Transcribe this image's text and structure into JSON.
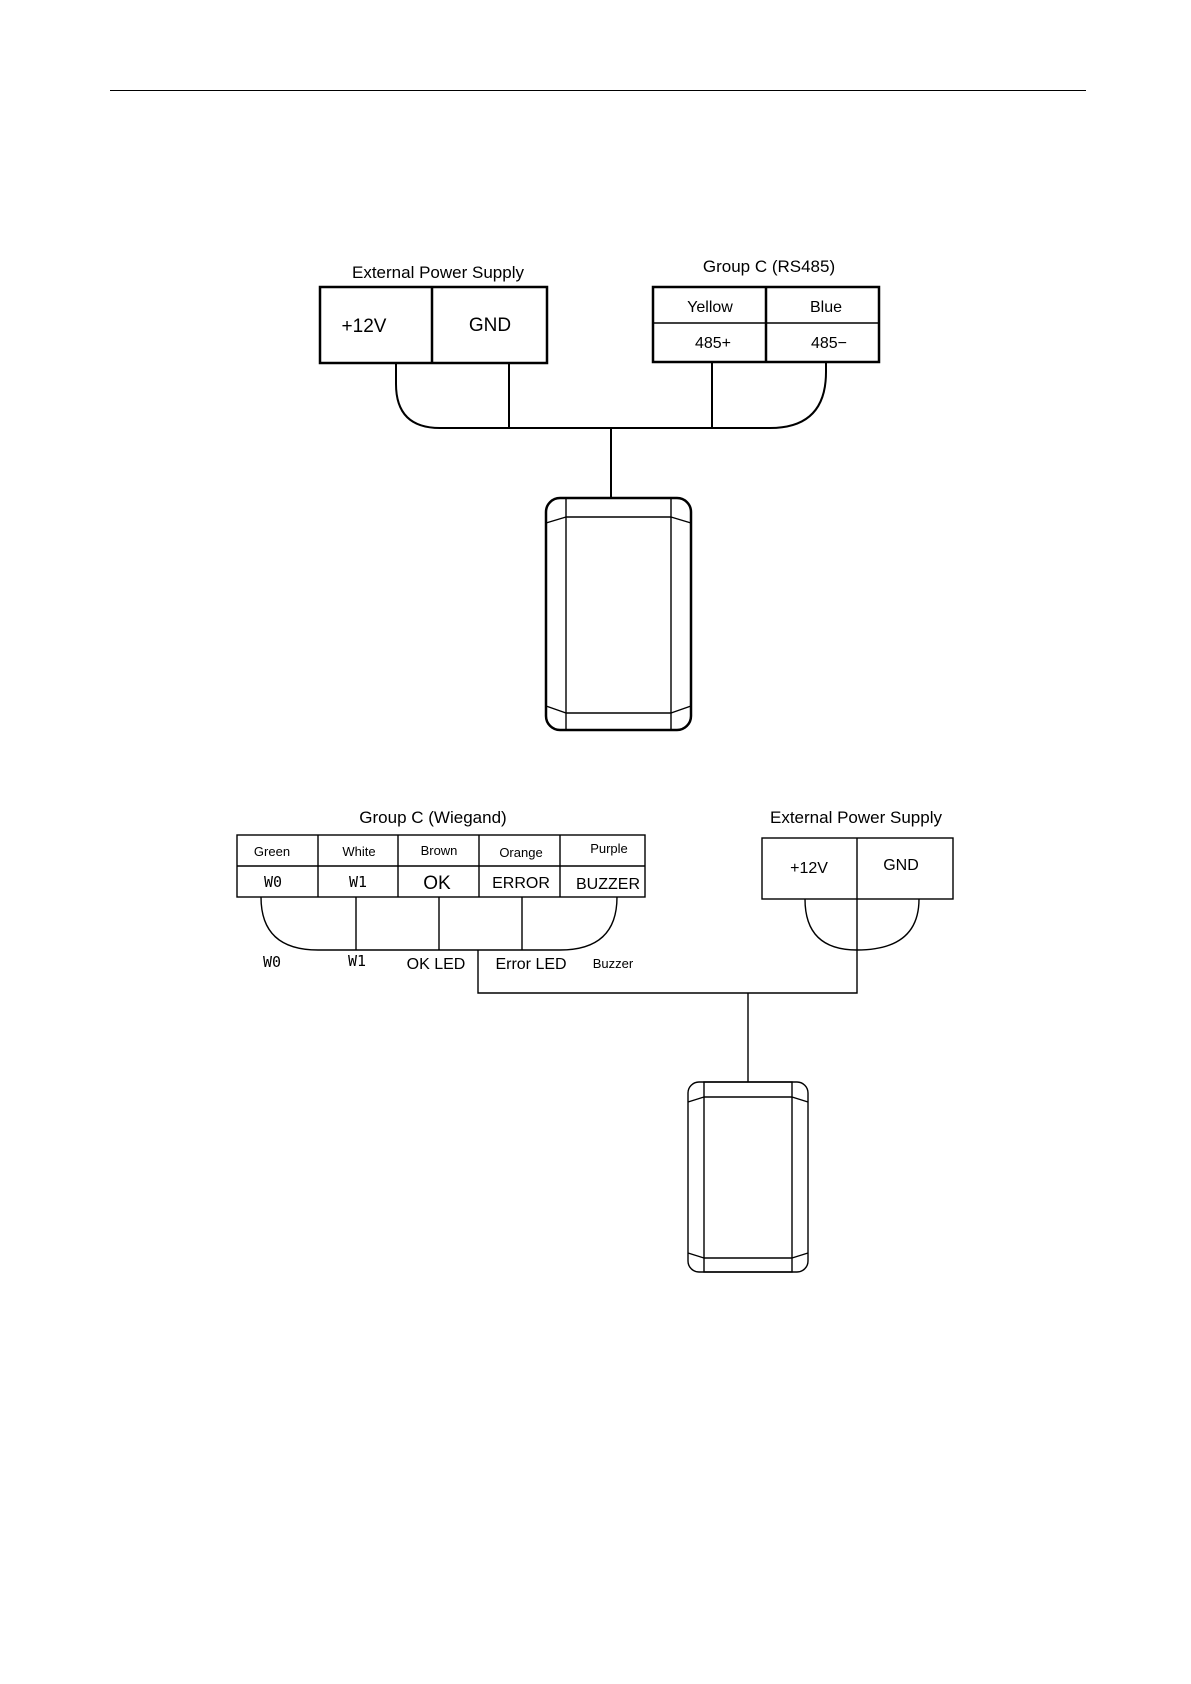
{
  "diagram_rs485": {
    "power_supply": {
      "title": "External Power Supply",
      "terminals": [
        "+12V",
        "GND"
      ]
    },
    "group_c": {
      "title": "Group C (RS485)",
      "colors": [
        "Yellow",
        "Blue"
      ],
      "signals": [
        "485+",
        "485−"
      ]
    }
  },
  "diagram_wiegand": {
    "group_c": {
      "title": "Group C (Wiegand)",
      "colors": [
        "Green",
        "White",
        "Brown",
        "Orange",
        "Purple"
      ],
      "signals": [
        "W0",
        "W1",
        "OK",
        "ERROR",
        "BUZZER"
      ],
      "wire_labels": [
        "W0",
        "W1",
        "OK LED",
        "Error LED",
        "Buzzer"
      ]
    },
    "power_supply": {
      "title": "External Power Supply",
      "terminals": [
        "+12V",
        "GND"
      ]
    }
  }
}
